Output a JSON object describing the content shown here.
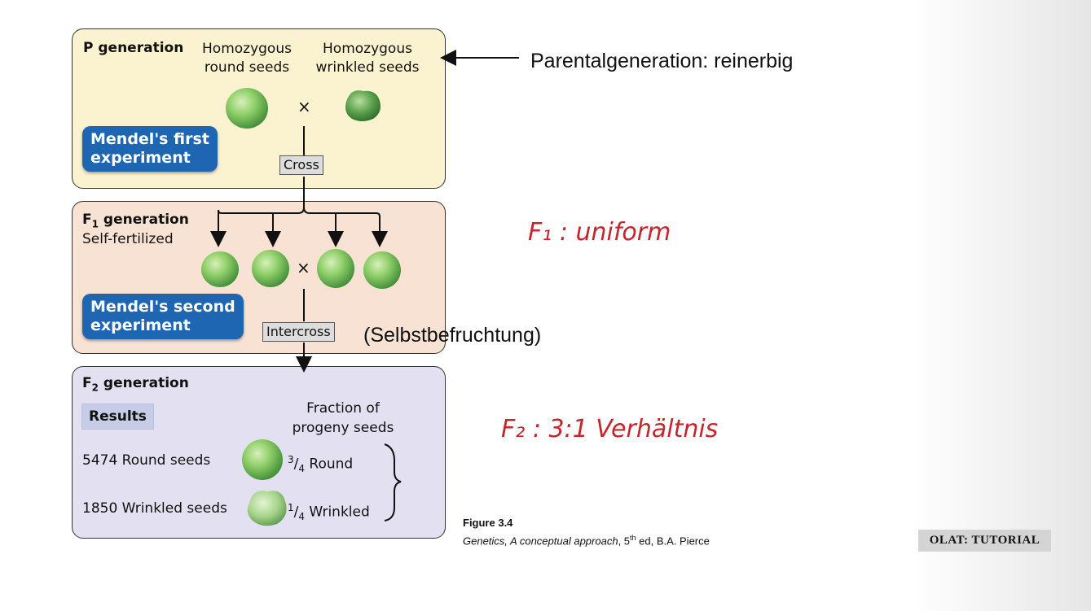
{
  "p_generation": {
    "title": "P generation",
    "parent_round": "Homozygous round seeds",
    "parent_round_line1": "Homozygous",
    "parent_round_line2": "round seeds",
    "parent_wrinkled_line1": "Homozygous",
    "parent_wrinkled_line2": "wrinkled seeds",
    "cross_symbol": "×",
    "experiment_label_line1": "Mendel's first",
    "experiment_label_line2": "experiment",
    "cross_label": "Cross"
  },
  "f1_generation": {
    "title_prefix": "F",
    "title_sub": "1",
    "title_suffix": " generation",
    "subtitle": "Self-fertilized",
    "cross_symbol": "×",
    "experiment_label_line1": "Mendel's second",
    "experiment_label_line2": "experiment",
    "intercross_label": "Intercross"
  },
  "f2_generation": {
    "title_prefix": "F",
    "title_sub": "2",
    "title_suffix": " generation",
    "results_label": "Results",
    "fraction_header_line1": "Fraction of",
    "fraction_header_line2": "progeny seeds",
    "rows": [
      {
        "count_label": "5474 Round seeds",
        "frac_num": "3",
        "frac_den": "4",
        "frac_label": " Round"
      },
      {
        "count_label": "1850 Wrinkled seeds",
        "frac_num": "1",
        "frac_den": "4",
        "frac_label": " Wrinkled"
      }
    ]
  },
  "annotations": {
    "parental": "Parentalgeneration: reinerbig",
    "selbst": "(Selbstbefruchtung)",
    "f1_hand": "F₁ : uniform",
    "f2_hand": "F₂ :   3:1  Verhältnis"
  },
  "caption": {
    "figure": "Figure 3.4",
    "source_italic": "Genetics, A conceptual approach",
    "source_rest_pre": ", 5",
    "source_sup": "th",
    "source_rest_post": " ed, B.A. Pierce"
  },
  "olat_label": "OLAT: TUTORIAL",
  "colors": {
    "p_panel": "#fbf3cf",
    "f1_panel": "#f8e2d3",
    "f2_panel": "#e3e1f1",
    "badge_blue": "#1e66b2",
    "handwriting": "#c1272d",
    "pea_green": "#7fbf5a"
  }
}
